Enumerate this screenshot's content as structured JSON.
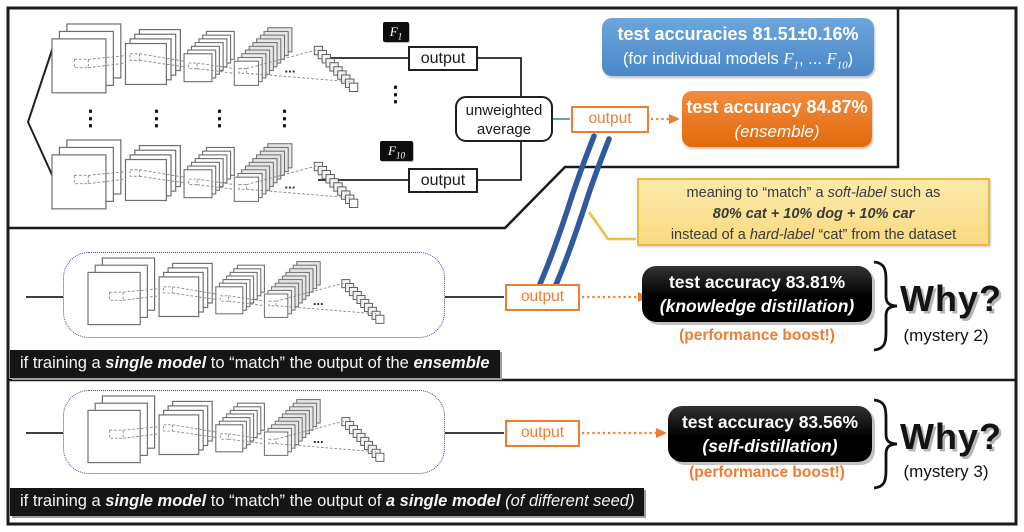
{
  "net_dots": "...",
  "vdots_glyph": "⋮",
  "ensemble": {
    "badge_f1": {
      "base": "F",
      "sub": "1"
    },
    "badge_f10": {
      "base": "F",
      "sub": "10"
    },
    "output1": "output",
    "output2": "output",
    "average_line1": "unweighted",
    "average_line2": "average",
    "ensemble_output": "output",
    "individual_box": {
      "line1": "test accuracies 81.51±0.16%",
      "line2_pre": "(for individual models ",
      "f1": "F",
      "f1_sub": "1",
      "sep": ", ... ",
      "f10": "F",
      "f10_sub": "10",
      "line2_post": ")"
    },
    "ensemble_box": {
      "line1": "test accuracy 84.87%",
      "line2": "(ensemble)"
    }
  },
  "soft_label_note": {
    "line1_pre": "meaning to “match” a ",
    "line1_em": "soft-label",
    "line1_post": " such as",
    "line2": "80% cat + 10% dog + 10% car",
    "line3_pre": "instead of a ",
    "line3_em": "hard-label",
    "line3_post": " “cat” from the dataset"
  },
  "distillation": {
    "output": "output",
    "box_line1": "test accuracy 83.81%",
    "box_line2": "(knowledge distillation)",
    "boost": "(performance boost!)",
    "why": "Why?",
    "mystery": "(mystery 2)",
    "caption": {
      "t1": "if training a ",
      "t2": "single model",
      "t3": " to “match” the output of the ",
      "t4": "ensemble"
    }
  },
  "self_distillation": {
    "output": "output",
    "box_line1": "test accuracy 83.56%",
    "box_line2": "(self-distillation)",
    "boost": "(performance boost!)",
    "why": "Why?",
    "mystery": "(mystery 3)",
    "caption": {
      "t1": "if training a ",
      "t2": "single model",
      "t3": " to “match” the output of ",
      "t4": "a single model",
      "t5": " (of different seed)"
    }
  },
  "colors": {
    "accent_blue": "#5B9BD5",
    "accent_orange": "#ED7D31",
    "note_yellow": "#FBE39B",
    "note_border": "#E9B93C",
    "match_mark_blue": "#2E5B9F",
    "single_model_border": "#3E3ECD",
    "ink": "#1a1a1a"
  }
}
